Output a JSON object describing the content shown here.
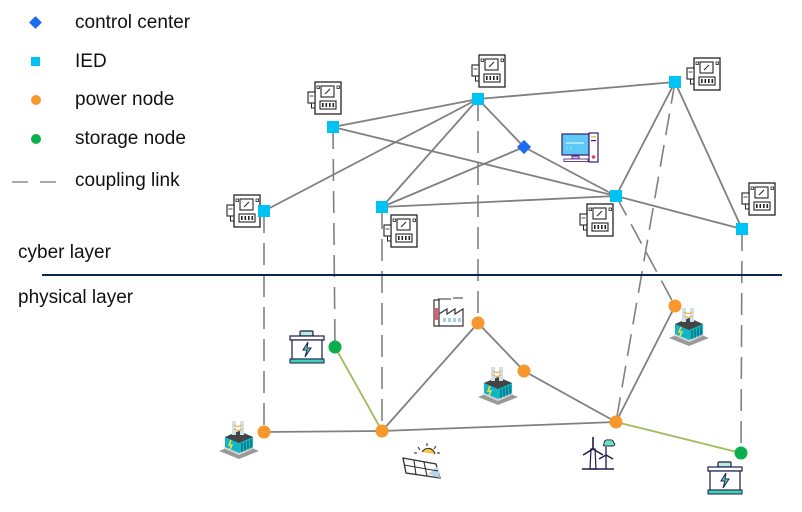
{
  "legend": {
    "items": [
      {
        "label": "control center",
        "symbol": "diamond",
        "color": "#1a6bf0"
      },
      {
        "label": "IED",
        "symbol": "square",
        "color": "#00c3f5"
      },
      {
        "label": "power node",
        "symbol": "circle",
        "color": "#f7982e"
      },
      {
        "label": "storage node",
        "symbol": "circle",
        "color": "#0cae4d"
      },
      {
        "label": "coupling link",
        "symbol": "dashed-line",
        "color": "#777777"
      }
    ]
  },
  "layers": {
    "cyber": "cyber layer",
    "physical": "physical layer",
    "divider_color": "#0d2350"
  },
  "colors": {
    "cyber_link": "#808080",
    "power_link": "#808080",
    "storage_link": "#9dbd5a",
    "coupling_link": "#808080"
  },
  "cyber_nodes": [
    {
      "id": "ied1",
      "type": "IED",
      "icon": "ied-device-icon"
    },
    {
      "id": "ied2",
      "type": "IED",
      "icon": "ied-device-icon"
    },
    {
      "id": "ied3",
      "type": "IED",
      "icon": "ied-device-icon"
    },
    {
      "id": "ied4",
      "type": "IED",
      "icon": "ied-device-icon"
    },
    {
      "id": "ied5",
      "type": "IED",
      "icon": "ied-device-icon"
    },
    {
      "id": "ied6",
      "type": "IED",
      "icon": "ied-device-icon"
    },
    {
      "id": "ied7",
      "type": "IED",
      "icon": "ied-device-icon"
    },
    {
      "id": "cc",
      "type": "control center",
      "icon": "computer-icon"
    }
  ],
  "physical_nodes": [
    {
      "id": "p1",
      "type": "power node",
      "icon": "substation-icon"
    },
    {
      "id": "s1",
      "type": "storage node",
      "icon": "battery-icon"
    },
    {
      "id": "p2",
      "type": "power node",
      "icon": "solar-panel-icon"
    },
    {
      "id": "p3",
      "type": "power node",
      "icon": "factory-icon"
    },
    {
      "id": "p4",
      "type": "power node",
      "icon": "substation-icon"
    },
    {
      "id": "p5",
      "type": "power node",
      "icon": "wind-turbine-icon"
    },
    {
      "id": "p6",
      "type": "power node",
      "icon": "substation-icon"
    },
    {
      "id": "s2",
      "type": "storage node",
      "icon": "battery-icon"
    }
  ],
  "cyber_links": [
    [
      "ied1",
      "ied3"
    ],
    [
      "ied2",
      "ied3"
    ],
    [
      "ied3",
      "ied4"
    ],
    [
      "ied3",
      "ied6"
    ],
    [
      "ied3",
      "cc"
    ],
    [
      "cc",
      "ied5"
    ],
    [
      "cc",
      "ied4"
    ],
    [
      "ied2",
      "ied5"
    ],
    [
      "ied4",
      "ied5"
    ],
    [
      "ied5",
      "ied6"
    ],
    [
      "ied6",
      "ied7"
    ],
    [
      "ied5",
      "ied7"
    ]
  ],
  "power_links": [
    {
      "from": "p1",
      "to": "p2",
      "kind": "power"
    },
    {
      "from": "s1",
      "to": "p2",
      "kind": "storage"
    },
    {
      "from": "p2",
      "to": "p3",
      "kind": "power"
    },
    {
      "from": "p3",
      "to": "p4",
      "kind": "power"
    },
    {
      "from": "p4",
      "to": "p5",
      "kind": "power"
    },
    {
      "from": "p2",
      "to": "p5",
      "kind": "power"
    },
    {
      "from": "p5",
      "to": "p6",
      "kind": "power"
    },
    {
      "from": "p5",
      "to": "s2",
      "kind": "storage"
    }
  ],
  "coupling_links": [
    [
      "ied1",
      "p1"
    ],
    [
      "ied2",
      "s1"
    ],
    [
      "ied4",
      "p2"
    ],
    [
      "ied3",
      "p3"
    ],
    [
      "ied6",
      "p5"
    ],
    [
      "ied5",
      "p6"
    ],
    [
      "ied7",
      "s2"
    ]
  ]
}
